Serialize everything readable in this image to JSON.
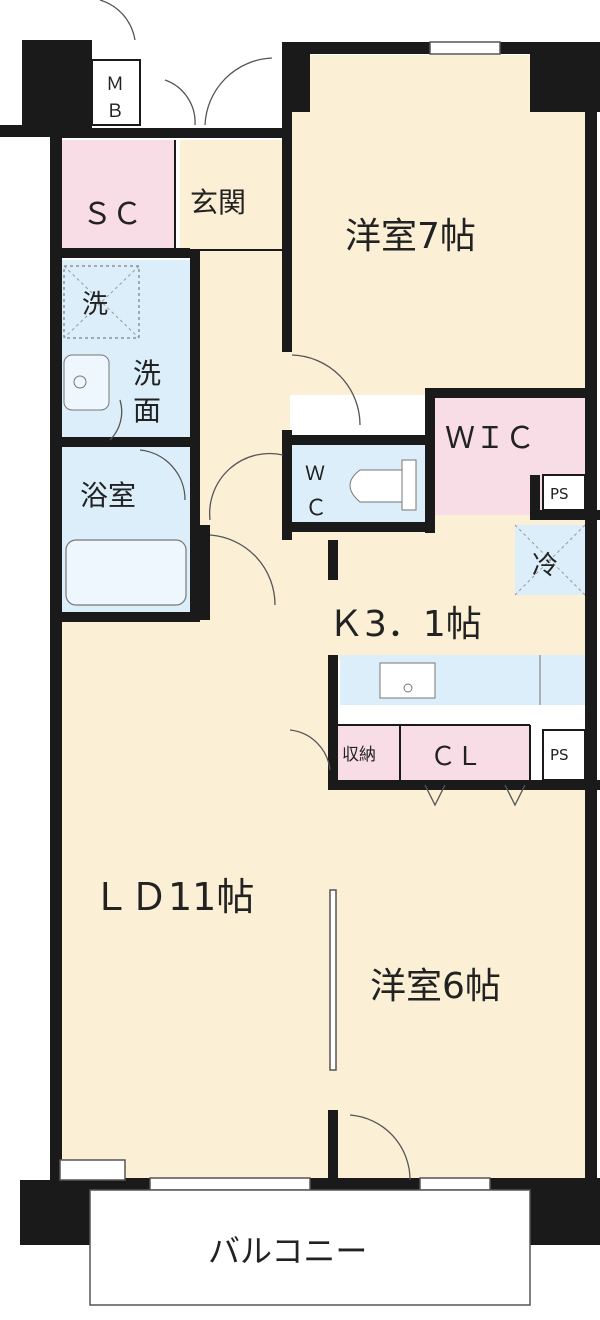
{
  "colors": {
    "room_fill": "#fbefd6",
    "closet_fill": "#f9dde6",
    "wet_fill": "#dceef9",
    "wall": "#1a1a1a",
    "balcony_fill": "#ffffff"
  },
  "rooms": {
    "western_7": "洋室7帖",
    "western_6": "洋室6帖",
    "ld": "ＬＤ11帖",
    "kitchen": "Ｋ3．1帖",
    "entrance": "玄関",
    "sc": "ＳＣ",
    "wic": "ＷＩＣ",
    "cl": "ＣＬ",
    "storage": "収納",
    "wash_machine": "洗",
    "washroom_1": "洗",
    "washroom_2": "面",
    "bath": "浴室",
    "fridge": "冷",
    "wc_1": "Ｗ",
    "wc_2": "Ｃ",
    "mb_1": "Ｍ",
    "mb_2": "Ｂ",
    "ps_upper": "PS",
    "ps_lower": "PS",
    "balcony": "バルコニー"
  }
}
